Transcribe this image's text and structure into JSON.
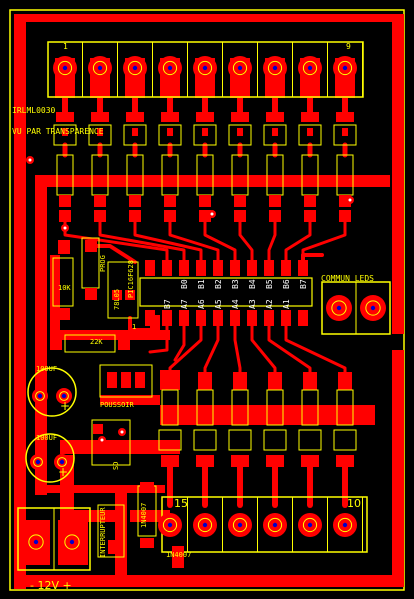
{
  "colors": {
    "background": "#000000",
    "copper": "#ff0000",
    "silkscreen": "#ffff00",
    "pad_hole": "#0000cc",
    "via_hole": "#ffffff"
  },
  "labels": {
    "part_number": "IRLML0030",
    "caption": "VU PAR TRANSPARENCE",
    "connector_top_first": "1",
    "connector_top_last": "9",
    "connector_bottom_first": "15",
    "connector_bottom_last": "10",
    "common": "COMMUN LEDS",
    "power": "- 12V +",
    "pushbutton": "POUSSOIR",
    "switch": "INTERRUPTEUR",
    "diode1": "1N4007",
    "diode2": "1N4007",
    "cap1": "100UF",
    "cap2": "100UF",
    "r_10k": "10K",
    "r_22k": "22K",
    "regulator": "78L05",
    "chip_name": "PIC16F628",
    "r_prog": "PROG",
    "r_sd": "SD",
    "pin1": "1",
    "pins_top": [
      "B0",
      "B1",
      "B2",
      "B3",
      "B4",
      "B5",
      "B6",
      "B7"
    ],
    "pins_bottom": [
      "B7",
      "A7",
      "A6",
      "A5",
      "A4",
      "A3",
      "A2",
      "A1"
    ]
  }
}
